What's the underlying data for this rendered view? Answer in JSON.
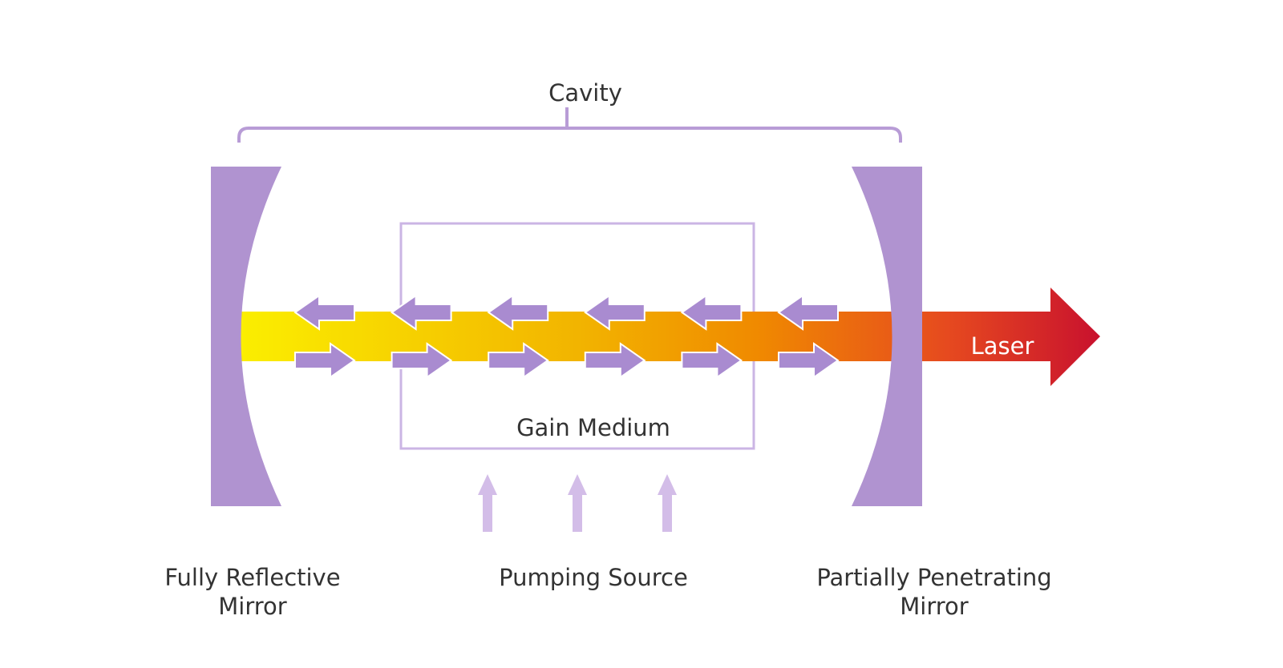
{
  "labels": {
    "cavity": "Cavity",
    "gain_medium": "Gain Medium",
    "laser": "Laser",
    "fully_reflective_mirror_line1": "Fully Reflective",
    "fully_reflective_mirror_line2": "Mirror",
    "pumping_source": "Pumping Source",
    "partially_penetrating_mirror_line1": "Partially Penetrating",
    "partially_penetrating_mirror_line2": "Mirror"
  },
  "colors": {
    "mirror": "#b093d0",
    "bracket": "#b89cd6",
    "gain_box": "#cbb5e4",
    "pump_arrow": "#d3bde8",
    "photon_arrow": "#a98bd0",
    "beam_start": "#fbef00",
    "beam_mid": "#f29400",
    "beam_end": "#c8102e"
  },
  "photon_arrows": {
    "left_pointing_count": 6,
    "right_pointing_count": 6
  },
  "pump_arrow_count": 3
}
